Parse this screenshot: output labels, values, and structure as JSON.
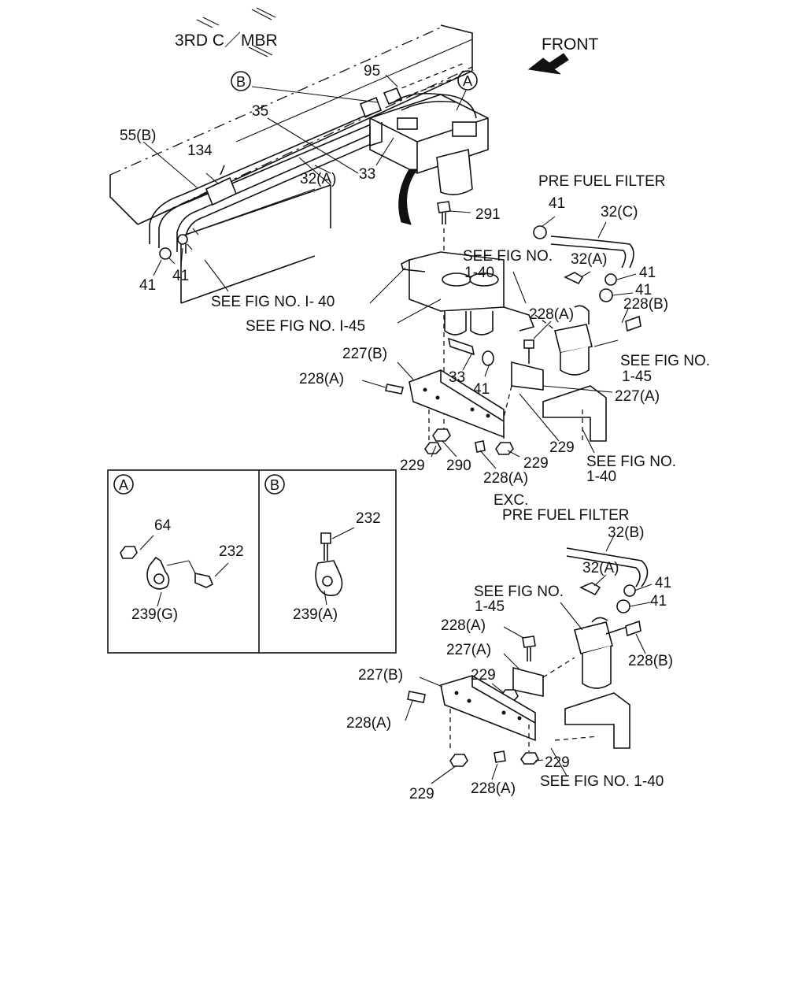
{
  "frame_label": "3RD C／MBR",
  "front_label": "FRONT",
  "callouts": {
    "A": "A",
    "B": "B"
  },
  "labels": {
    "p95": "95",
    "p35": "35",
    "p55b": "55(B)",
    "p134": "134",
    "p32a_top": "32(A)",
    "p33_top": "33",
    "p41_left1": "41",
    "p41_left2": "41",
    "see140_left": "SEE FIG NO. I- 40",
    "see145_left": "SEE FIG NO. I-45",
    "pre_fuel_filter_top": "PRE FUEL FILTER",
    "p41_pff": "41",
    "p32c": "32(C)",
    "p291": "291",
    "see_fig_no_mid": "SEE FIG NO.",
    "see_140_mid": "1-40",
    "p32a_mid": "32(A)",
    "p41_mid1": "41",
    "p41_mid2": "41",
    "p228a_mid": "228(A)",
    "p228b_mid": "228(B)",
    "see_fig_no_r": "SEE FIG NO.",
    "see_145_r": "1-45",
    "p227b_top": "227(B)",
    "p228a_left": "228(A)",
    "p33_mid": "33",
    "p41_center": "41",
    "p227a_top": "227(A)",
    "p229_a": "229",
    "p229_b": "229",
    "p290": "290",
    "p229_c": "229",
    "p228a_bot": "228(A)",
    "see_fig_no_br": "SEE FIG NO.",
    "see_140_br": "1-40",
    "exc": "EXC.",
    "pre_fuel_filter_bot": "PRE FUEL FILTER",
    "p32b": "32(B)",
    "p32a_low": "32(A)",
    "p41_low1": "41",
    "p41_low2": "41",
    "see_fig_no_low": "SEE FIG NO.",
    "see_145_low": "1-45",
    "p228a_low1": "228(A)",
    "p227a_low": "227(A)",
    "p228b_low": "228(B)",
    "p227b_low": "227(B)",
    "p229_low1": "229",
    "p228a_low2": "228(A)",
    "p229_low2": "229",
    "p228a_low3": "228(A)",
    "p229_low3": "229",
    "see140_low": "SEE FIG NO. 1-40"
  },
  "inset": {
    "panel_a_label": "A",
    "panel_b_label": "B",
    "a_64": "64",
    "a_232": "232",
    "a_239g": "239(G)",
    "b_232": "232",
    "b_239a": "239(A)"
  }
}
